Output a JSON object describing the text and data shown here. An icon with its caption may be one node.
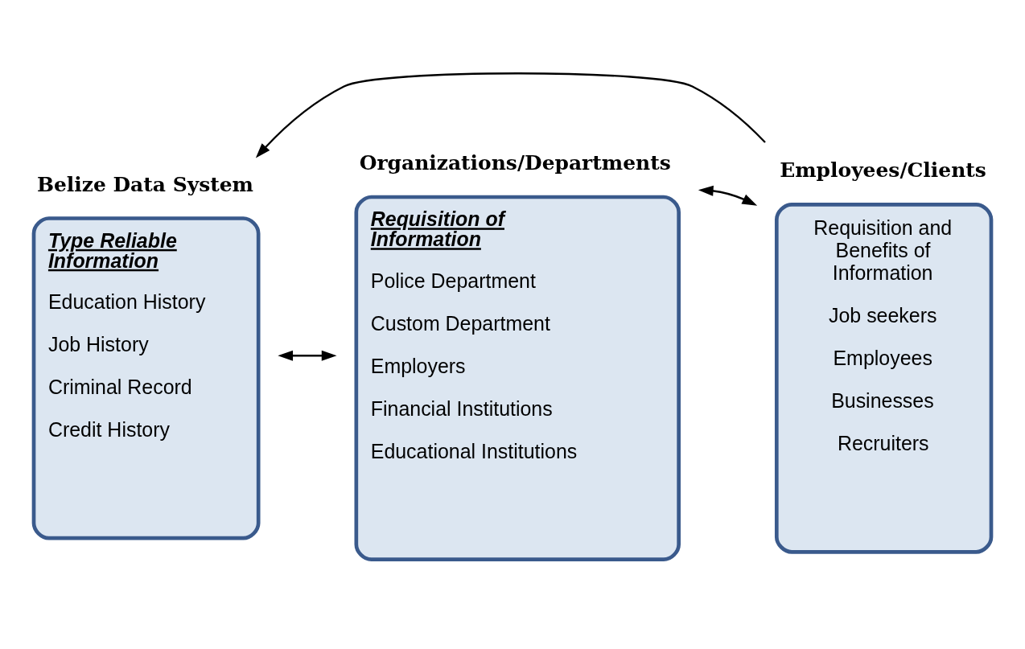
{
  "diagram": {
    "nodes": [
      {
        "text": [
          "Belize Data System",
          "Type Reliable Information",
          "Education History",
          "Job History",
          "Criminal Record",
          "Credit History"
        ]
      },
      {
        "text": [
          "Organizations/Departments",
          "Requisition of Information",
          "Police Department",
          "Custom Department",
          "Employers",
          "Financial Institutions",
          "Educational Institutions"
        ]
      },
      {
        "text": [
          "Employees/Clients",
          "Requisition and Benefits of Information",
          "Job seekers",
          "Employees",
          "Businesses",
          "Recruiters"
        ]
      }
    ],
    "edges": [
      {
        "from": 0,
        "to": 1,
        "arrow": "both"
      },
      {
        "from": 2,
        "to": 0,
        "arrow": "to"
      },
      {
        "from": 1,
        "to": 2,
        "arrow": "both"
      }
    ]
  }
}
